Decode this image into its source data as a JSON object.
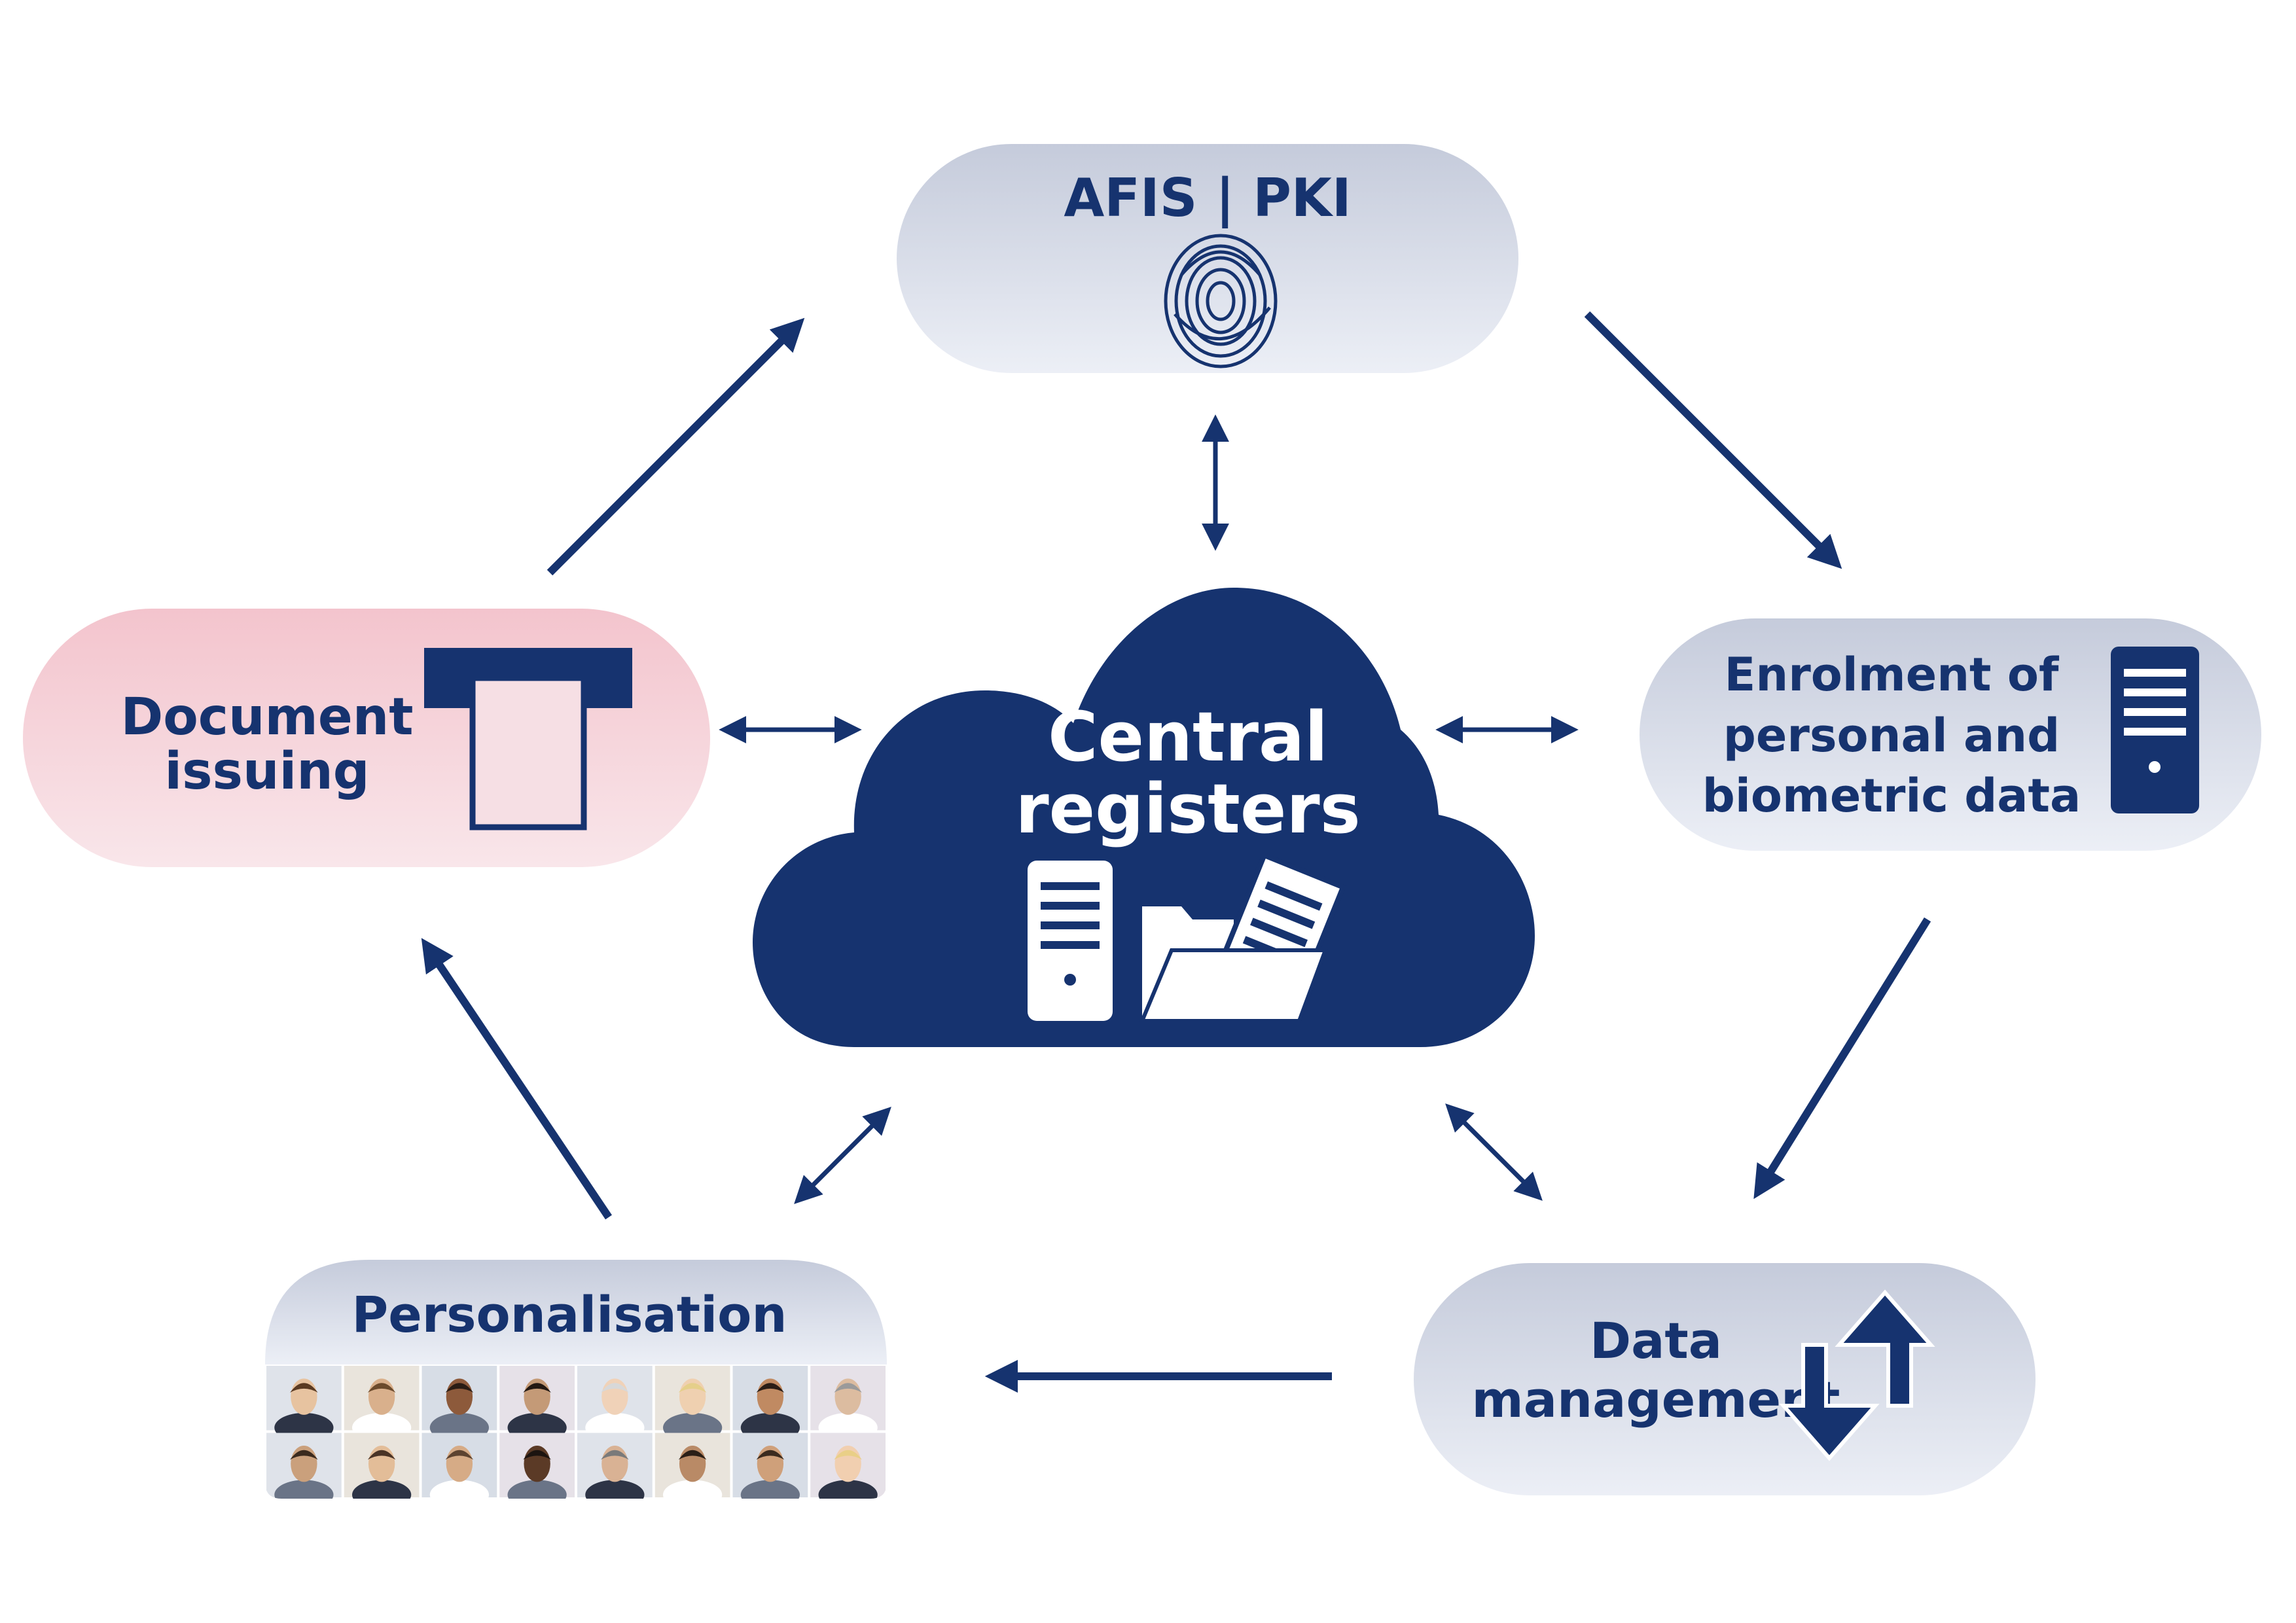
{
  "nodes": {
    "afis": {
      "label": "AFIS | PKI",
      "icon": "fingerprint-icon"
    },
    "document_issuing": {
      "line1": "Document",
      "line2": "issuing",
      "icon": "document-issuing-slot-icon"
    },
    "enrolment": {
      "line1": "Enrolment of",
      "line2": "personal and",
      "line3": "biometric data",
      "icon": "server-icon"
    },
    "personalisation": {
      "label": "Personalisation",
      "icon": "portrait-photos"
    },
    "data_management": {
      "line1": "Data",
      "line2": "management",
      "icon": "up-down-arrows-icon"
    },
    "central": {
      "line1": "Central",
      "line2": "registers",
      "icons": [
        "server-icon",
        "folder-document-icon"
      ]
    }
  },
  "colors": {
    "navy": "#16336f",
    "pill_grey_top": "#c5cbdb",
    "pill_grey_bottom": "#eceff6",
    "pill_pink_top": "#f3c4cd",
    "pill_pink_bottom": "#f9e6ea"
  },
  "portraits": {
    "rows": 2,
    "per_row": 8,
    "skin_tones": [
      "#e7c3a0",
      "#d9b08c",
      "#8d5a3b",
      "#c49a77",
      "#f0d2b8",
      "#efd0b0",
      "#c08a62",
      "#dcbca0",
      "#caa07c",
      "#e3bd98",
      "#d6ab86",
      "#5b3a26",
      "#d9b294",
      "#b98a66",
      "#cfa07a",
      "#f1cfb0"
    ],
    "hair_tones": [
      "#5a3a22",
      "#6b4a2c",
      "#2a1c14",
      "#231812",
      "#d8d8d8",
      "#e5cf8a",
      "#2a1d16",
      "#9a9a9a",
      "#3a2a1e",
      "#4a3426",
      "#5d4330",
      "#1c1410",
      "#7a7a7a",
      "#2b1f17",
      "#3b2b1f",
      "#e9cf87"
    ]
  }
}
